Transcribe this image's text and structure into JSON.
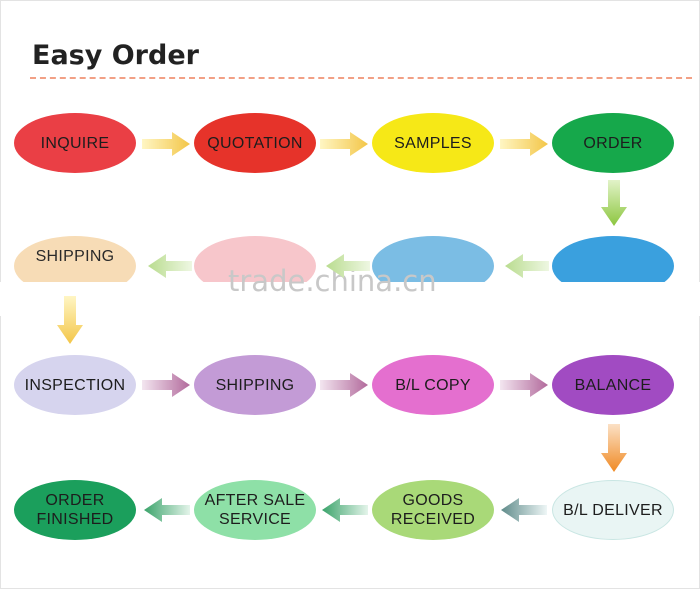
{
  "title": "Easy Order",
  "watermark": "trade.china.cn",
  "steps": [
    {
      "label": "INQUIRE",
      "color": "#ea3f45"
    },
    {
      "label": "QUOTATION",
      "color": "#e6332a"
    },
    {
      "label": "SAMPLES",
      "color": "#f6e817"
    },
    {
      "label": "ORDER",
      "color": "#16a84b"
    },
    {
      "label": "SHIPPING",
      "color": "#f7dcb6"
    },
    {
      "label": "",
      "color": "#f7c6cb"
    },
    {
      "label": "",
      "color": "#7bbde4"
    },
    {
      "label": "",
      "color": "#3aa0de"
    },
    {
      "label": "INSPECTION",
      "color": "#d6d4ee"
    },
    {
      "label": "SHIPPING",
      "color": "#c39bd6"
    },
    {
      "label": "B/L COPY",
      "color": "#e46fcf"
    },
    {
      "label": "BALANCE",
      "color": "#a14bc2"
    },
    {
      "label": "ORDER FINISHED",
      "line1": "ORDER",
      "line2": "FINISHED",
      "color": "#1b9f5c"
    },
    {
      "label": "AFTER SALE SERVICE",
      "line1": "AFTER SALE",
      "line2": "SERVICE",
      "color": "#8ee0a7"
    },
    {
      "label": "GOODS RECEIVED",
      "line1": "GOODS",
      "line2": "RECEIVED",
      "color": "#a9d978"
    },
    {
      "label": "B/L DELIVER",
      "color": "#e9f5f4"
    }
  ]
}
